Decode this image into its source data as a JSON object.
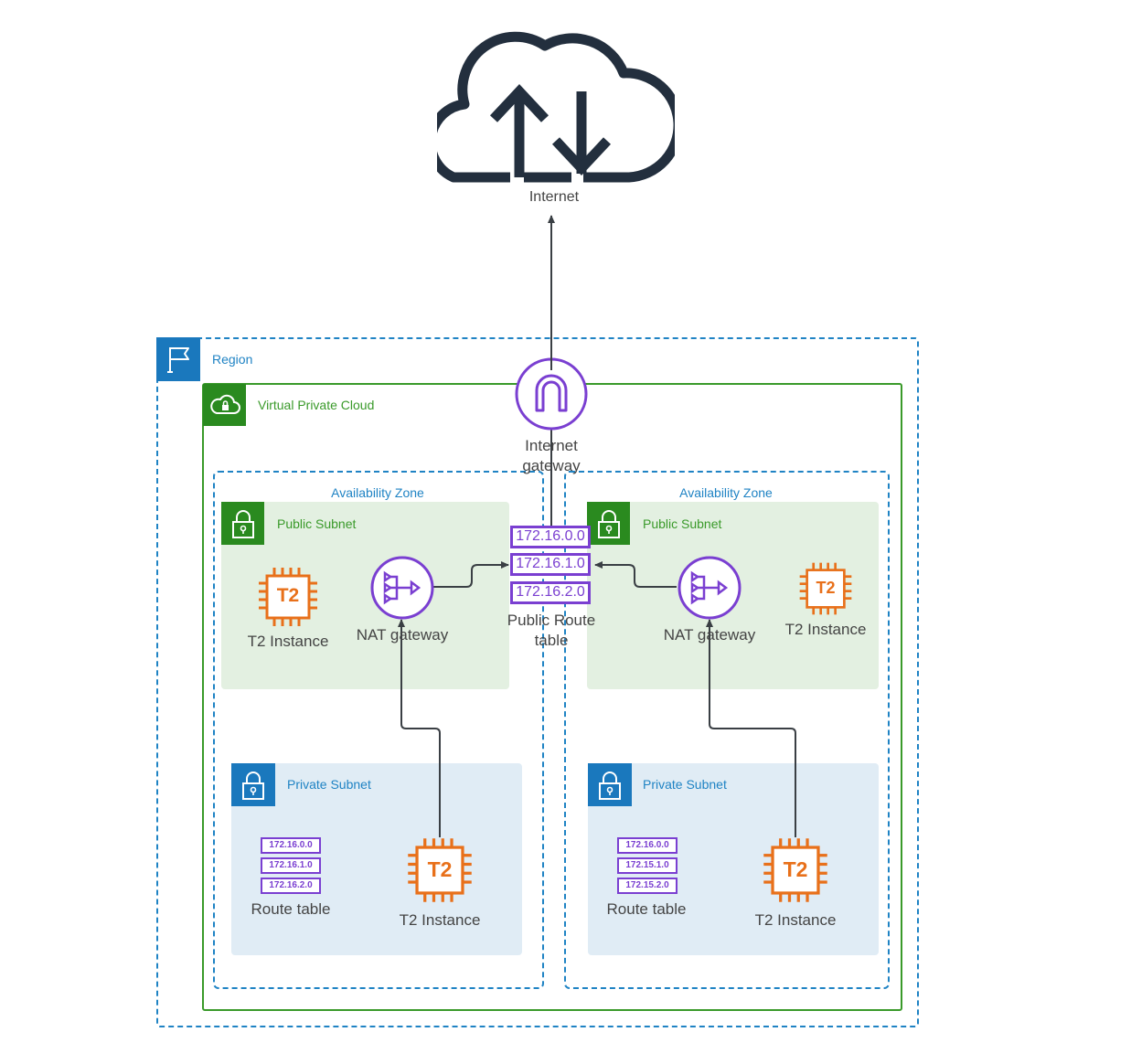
{
  "diagram": {
    "internet": {
      "label": "Internet",
      "icon": "cloud-upload-download-icon"
    },
    "region": {
      "label": "Region",
      "icon": "flag-icon",
      "color": "#1f83c4"
    },
    "vpc": {
      "label": "Virtual Private Cloud",
      "icon": "cloud-lock-icon",
      "color": "#3a9a2a"
    },
    "internet_gateway": {
      "label_line1": "Internet",
      "label_line2": "gateway",
      "color": "#7a3fd1"
    },
    "public_route_table": {
      "label_line1": "Public Route",
      "label_line2": "table",
      "routes": [
        "172.16.0.0",
        "172.16.1.0",
        "172.16.2.0"
      ]
    },
    "availability_zones": [
      {
        "label": "Availability Zone",
        "public_subnet": {
          "label": "Public Subnet",
          "t2": {
            "chip": "T2",
            "label": "T2 Instance"
          },
          "nat": {
            "label": "NAT gateway"
          }
        },
        "private_subnet": {
          "label": "Private Subnet",
          "route_table": {
            "label": "Route table",
            "routes": [
              "172.16.0.0",
              "172.16.1.0",
              "172.16.2.0"
            ]
          },
          "t2": {
            "chip": "T2",
            "label": "T2 Instance"
          }
        }
      },
      {
        "label": "Availability Zone",
        "public_subnet": {
          "label": "Public Subnet",
          "t2": {
            "chip": "T2",
            "label": "T2 Instance"
          },
          "nat": {
            "label": "NAT gateway"
          }
        },
        "private_subnet": {
          "label": "Private Subnet",
          "route_table": {
            "label": "Route table",
            "routes": [
              "172.16.0.0",
              "172.15.1.0",
              "172.15.2.0"
            ]
          },
          "t2": {
            "chip": "T2",
            "label": "T2 Instance"
          }
        }
      }
    ],
    "colors": {
      "region_blue": "#1f83c4",
      "vpc_green": "#3a9a2a",
      "public_subnet_bg": "#e3f0e1",
      "private_subnet_bg": "#e0ecf5",
      "network_purple": "#7a3fd1",
      "compute_orange": "#e8701a",
      "connector": "#3a3f44",
      "cloud_dark": "#232f3e"
    }
  }
}
